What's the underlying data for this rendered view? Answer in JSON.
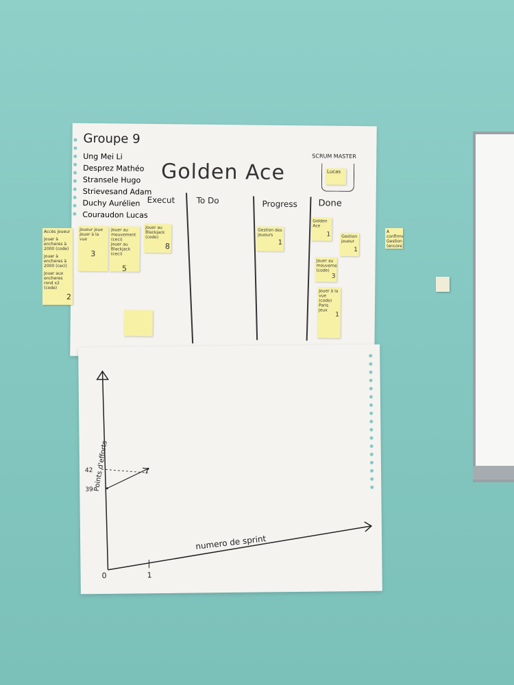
{
  "group": {
    "title": "Groupe 9",
    "members": [
      "Ung Mei Li",
      "Desprez Mathéo",
      "Stransele Hugo",
      "Strievesand Adam",
      "Duchy Aurélien",
      "Couraudon Lucas"
    ]
  },
  "project_title": "Golden Ace",
  "scrum_master": {
    "label": "SCRUM MASTER",
    "name": "Lucas"
  },
  "columns": [
    "Execut",
    "To Do",
    "Progress",
    "Done"
  ],
  "backlog_note": {
    "lines": [
      "Accès joueur",
      "Jouer à encheres à 2000 (code)",
      "Jouer à encheres à 2000 (ceci)",
      "Jouer aux encheres rond x2 (code)"
    ],
    "number": "2"
  },
  "execut_notes": [
    {
      "lines": [
        "Joueur joue",
        "Jouer à la vue"
      ],
      "number": "3"
    },
    {
      "lines": [
        "Jouer au mouvement (ceci)",
        "Jouer au Blackjack (ceci)"
      ],
      "number": "5"
    },
    {
      "lines": [
        "Jouer au Blackjack (code)"
      ],
      "number": "8"
    }
  ],
  "progress_note": {
    "lines": [
      "Gestion des joueurs"
    ],
    "number": "1"
  },
  "done_notes": [
    {
      "lines": [
        "Golden Ace"
      ],
      "number": "1"
    },
    {
      "lines": [
        "Gestion joueur"
      ],
      "number": "1"
    },
    {
      "lines": [
        "Jouer au mouvement (code)"
      ],
      "number": "3"
    },
    {
      "lines": [
        "Jouer à la vue (code)",
        "Paris",
        "Jeux"
      ],
      "number": "1"
    }
  ],
  "side_note": {
    "lines": [
      "A confirmer",
      "Gestion",
      "(encore)"
    ]
  },
  "chart_data": {
    "type": "line",
    "xlabel": "numero de sprint",
    "ylabel": "Points d'efforts",
    "x_ticks": [
      "0",
      "1"
    ],
    "y_ticks": [
      "39",
      "42"
    ],
    "series": [
      {
        "x": [
          0,
          1
        ],
        "y": [
          39,
          42
        ]
      }
    ]
  }
}
